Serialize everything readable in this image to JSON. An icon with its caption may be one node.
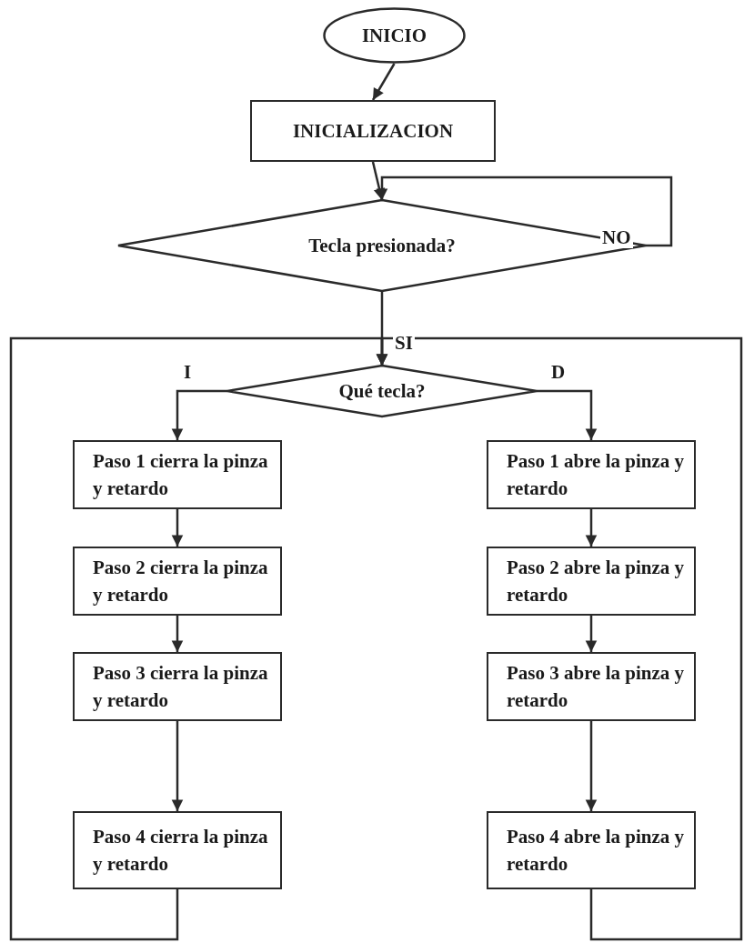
{
  "diagram": {
    "nodes": [
      {
        "text": [
          "INICIO"
        ]
      },
      {
        "text": [
          "INICIALIZACION"
        ]
      },
      {
        "text": [
          "Tecla presionada?"
        ]
      },
      {
        "text": [
          "Qué tecla?"
        ]
      },
      {
        "text": [
          "Paso 1 cierra la pinza y retardo"
        ]
      },
      {
        "text": [
          "Paso 2 cierra la pinza y retardo"
        ]
      },
      {
        "text": [
          "Paso 3 cierra la pinza y retardo"
        ]
      },
      {
        "text": [
          "Paso 4 cierra la pinza y retardo"
        ]
      },
      {
        "text": [
          "Paso 1 abre la pinza y retardo"
        ]
      },
      {
        "text": [
          "Paso 2 abre la pinza y retardo"
        ]
      },
      {
        "text": [
          "Paso 3 abre la pinza y retardo"
        ]
      },
      {
        "text": [
          "Paso 4 abre la pinza y retardo"
        ]
      }
    ],
    "edges": [
      {
        "from": 0,
        "to": 1,
        "arrow": "to"
      },
      {
        "from": 1,
        "to": 2,
        "arrow": "to"
      },
      {
        "from": 2,
        "to": 2,
        "label": "NO",
        "arrow": "to"
      },
      {
        "from": 2,
        "to": 3,
        "label": "SI",
        "arrow": "to"
      },
      {
        "from": 3,
        "to": 4,
        "label": "I",
        "arrow": "to"
      },
      {
        "from": 4,
        "to": 5,
        "arrow": "to"
      },
      {
        "from": 5,
        "to": 6,
        "arrow": "to"
      },
      {
        "from": 6,
        "to": 7,
        "arrow": "to"
      },
      {
        "from": 3,
        "to": 8,
        "label": "D",
        "arrow": "to"
      },
      {
        "from": 8,
        "to": 9,
        "arrow": "to"
      },
      {
        "from": 9,
        "to": 10,
        "arrow": "to"
      },
      {
        "from": 10,
        "to": 11,
        "arrow": "to"
      },
      {
        "from": 7,
        "to": 3,
        "arrow": "to"
      },
      {
        "from": 11,
        "to": 3,
        "arrow": "to"
      }
    ]
  }
}
